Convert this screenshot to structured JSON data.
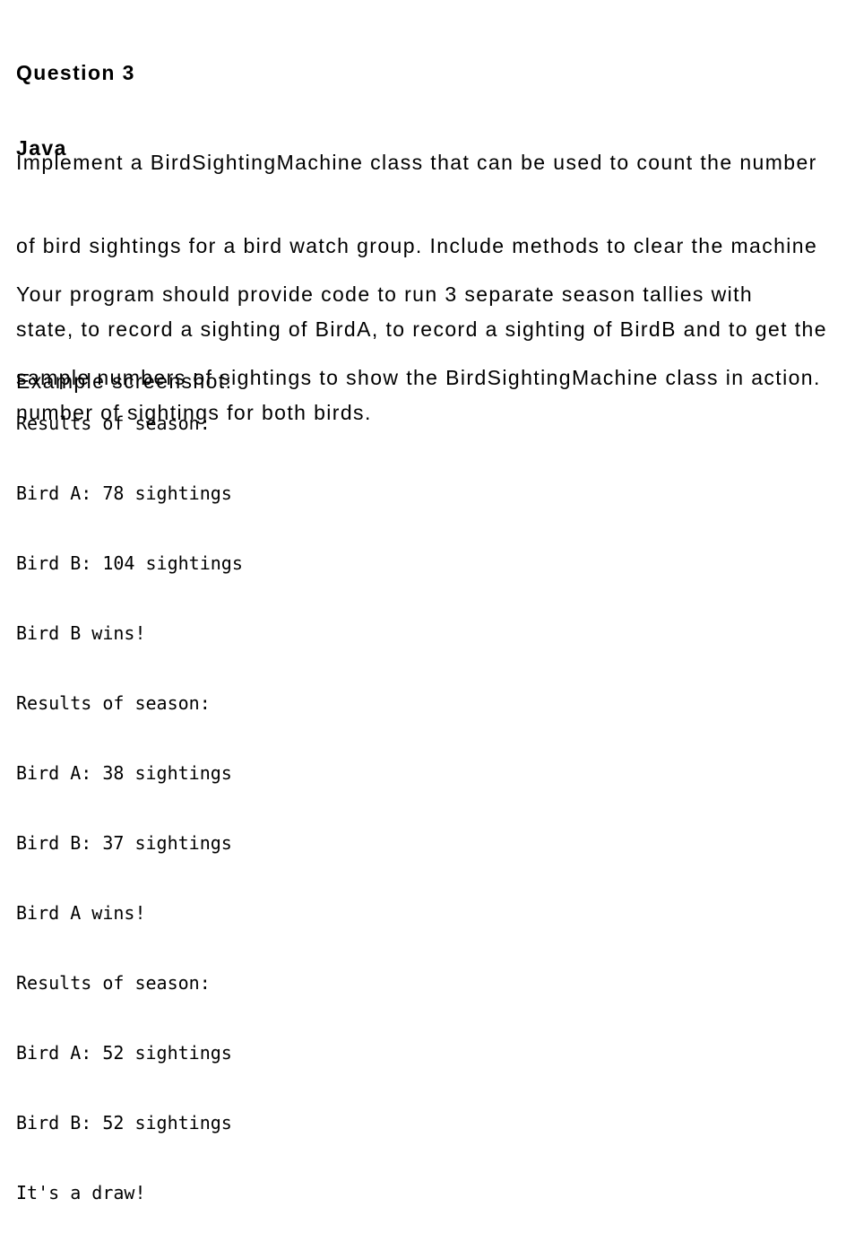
{
  "colors": {
    "background": "#ffffff",
    "text": "#000000"
  },
  "heading": {
    "title": "Question 3",
    "subtitle": "Java"
  },
  "paragraph1": {
    "lines": [
      "Implement a BirdSightingMachine class that can be used to count the number",
      "of bird sightings for a bird watch group. Include methods to clear the machine",
      "state, to record a sighting of BirdA, to record a sighting of BirdB and to get the",
      "number of sightings for both birds."
    ]
  },
  "paragraph2": {
    "lines": [
      "Your program should provide code to run 3 separate season tallies with",
      "sample numbers of sightings to show the BirdSightingMachine class in action."
    ]
  },
  "example_label": "Example screenshot:",
  "console": {
    "lines": [
      "Results of season:",
      "Bird A: 78 sightings",
      "Bird B: 104 sightings",
      "Bird B wins!",
      "Results of season:",
      "Bird A: 38 sightings",
      "Bird B: 37 sightings",
      "Bird A wins!",
      "Results of season:",
      "Bird A: 52 sightings",
      "Bird B: 52 sightings",
      "It's a draw!"
    ]
  }
}
